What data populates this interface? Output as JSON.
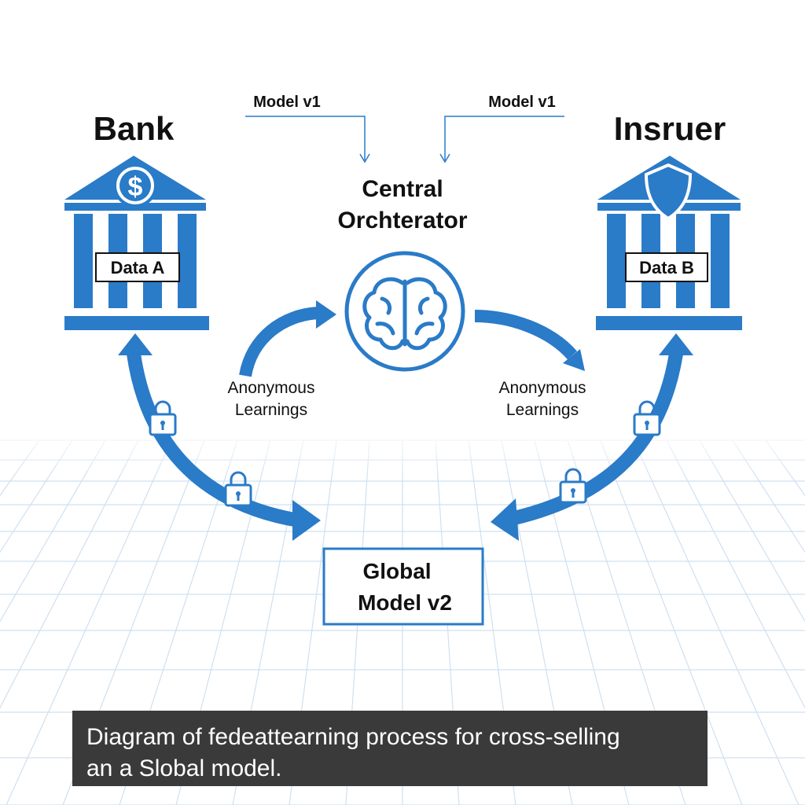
{
  "colors": {
    "accent": "#2a7bc8",
    "text": "#111111",
    "grid": "#cfe0f0",
    "caption_bg": "#3a3a3a",
    "caption_text": "#ffffff"
  },
  "top_labels": {
    "left": "Model v1",
    "right": "Model v1"
  },
  "bank": {
    "title": "Bank",
    "data_label": "Data A",
    "icon": "dollar-icon"
  },
  "insurer": {
    "title": "Insruer",
    "data_label": "Data B",
    "icon": "shield-icon"
  },
  "orchestrator": {
    "line1": "Central",
    "line2": "Orchterator",
    "icon": "brain-icon"
  },
  "learnings": {
    "left": {
      "line1": "Anonymous",
      "line2": "Learnings"
    },
    "right": {
      "line1": "Anonymous",
      "line2": "Learnings"
    }
  },
  "global_model": {
    "line1": "Global",
    "line2": "Model v2"
  },
  "caption": {
    "line1": "Diagram of fedeattearning process for cross-selling",
    "line2": "an a  Slobal model."
  }
}
